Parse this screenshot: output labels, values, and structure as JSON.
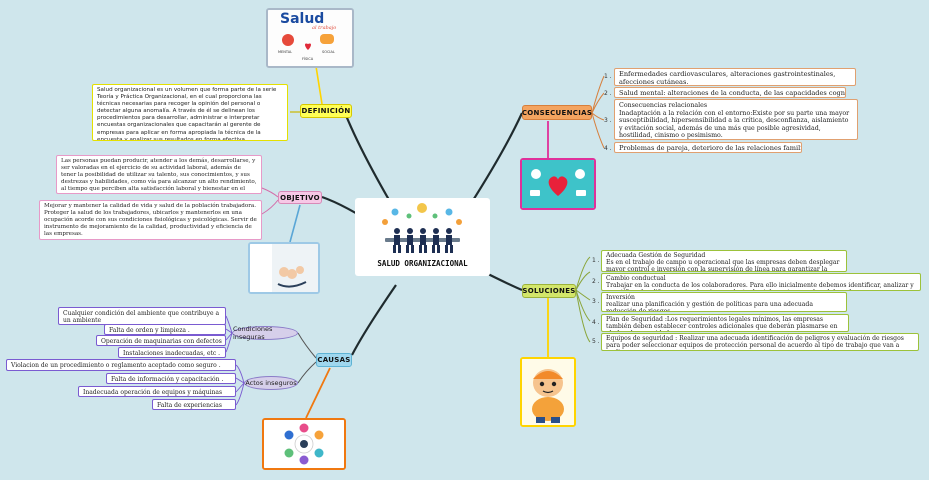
{
  "central": {
    "title": "SALUD ORGANIZACIONAL"
  },
  "definicion": {
    "label": "DEFINICIÓN",
    "text": "Salud organizacional es un volumen que forma parte de la serie Teoría y Práctica Organizacional, en el cual proporciona las técnicas necesarias para recoger la opinión del personal o detectar alguna anomalía. A través de él se delinean los procedimientos para desarrollar, administrar e interpretar encuestas organizacionales que capacitarán al gerente de empresas para aplicar en forma apropiada la técnica de la encuesta y analizar sus resultados en forma efectiva"
  },
  "objetivo": {
    "label": "OBJETIVO",
    "text1": "Las personas puedan producir, atender a los demás, desarrollarse, y ser valoradas en el ejercicio de su actividad laboral, además de tener la posibilidad de utilizar su talento, sus conocimientos, y sus destrezas y habilidades, como vía para alcanzar un alto rendimiento, al tiempo que perciben alta satisfacción laboral y bienestar en el trabajo.",
    "text2": "Mejorar y mantener la calidad de vida y salud de la población trabajadora. Proteger la salud de los trabajadores, ubicarlos y mantenerlos en una ocupación acorde con sus condiciones fisiológicas y psicológicas. Servir de instrumento de mejoramiento de la calidad, productividad y eficiencia de las empresas."
  },
  "causas": {
    "label": "CAUSAS",
    "condiciones": {
      "label": "Condiciones inseguras",
      "items": [
        "Cualquier condición del ambiente que contribuye a un ambiente",
        "Falta de orden y limpieza .",
        "Operación de maquinarias con defectos",
        "Instalaciones inadecuadas, etc ."
      ]
    },
    "actos": {
      "label": "Actos inseguros",
      "items": [
        "Violacion de un procedimiento o reglamento aceptado como seguro .",
        "Falta de información y capacitación .",
        "Inadecuada operación de equipos y máquinas",
        "Falta de experiencias"
      ]
    }
  },
  "consecuencias": {
    "label": "CONSECUENCIAS",
    "items": [
      {
        "num": "1 .",
        "text": "Enfermedades cardiovasculares, alteraciones gastrointestinales, afecciones cutáneas."
      },
      {
        "num": "2 .",
        "text": "Salud mental: alteraciones de la conducta, de las capacidades cognitivas,"
      },
      {
        "num": "3 .",
        "text": "Consecuencias relacionales\nInadaptación a la relación con el entorno:Existe por su parte una mayor susceptibilidad, hipersensibilidad a la crítica, desconfianza, aislamiento y evitación social, además de una más que posible agresividad, hostilidad, cinismo o pesimismo."
      },
      {
        "num": "4 .",
        "text": "Problemas de pareja, deterioro de las relaciones familiares"
      }
    ]
  },
  "soluciones": {
    "label": "SOLUCIONES",
    "items": [
      {
        "num": "1 .",
        "text": "Adecuada Gestión de Seguridad\nEs en el trabajo de campo u operacional que las empresas deben desplegar mayor control e inversión con la supervisión de línea para garantizar la prevención de accidentes."
      },
      {
        "num": "2 .",
        "text": "Cambio conductual\nTrabajar en la conducta de los colaboradores. Para ello inicialmente debemos identificar, analizar y cuantificar las diferentes tendencias conductuales inherentes a cada colaborador"
      },
      {
        "num": "3 .",
        "text": "Inversión\nrealizar una planificación y gestión de políticas para una adecuada reducción de riesgos."
      },
      {
        "num": "4 .",
        "text": "Plan de Seguridad :Los requerimientos legales mínimos, las empresas también deben establecer controles adicionales que deberán plasmarse en el plan de seguridad."
      },
      {
        "num": "5 .",
        "text": "Equipos de seguridad : Realizar una adecuada identificación de peligros y evaluación de riesgos para poder seleccionar equipos de protección personal de acuerdo al tipo de trabajo que van a realizar."
      }
    ]
  },
  "images": {
    "salud_logo_word": "Salud",
    "salud_logo_script": "al trabajo",
    "salud_labels": [
      "MENTAL",
      "FÍSICA",
      "SOCIAL"
    ]
  },
  "colors": {
    "definicion": "#ffff55",
    "objetivo": "#f7c8e6",
    "causas": "#9fd7ee",
    "consecuencias": "#f4a460",
    "soluciones": "#d3e66a"
  }
}
